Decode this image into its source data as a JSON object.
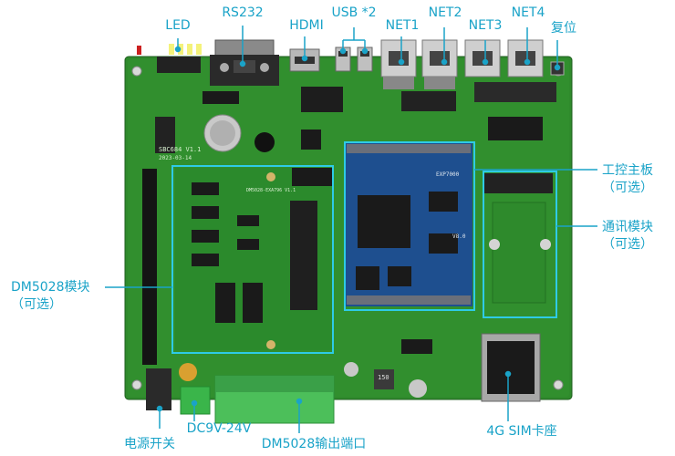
{
  "labels": {
    "led": "LED",
    "rs232": "RS232",
    "hdmi": "HDMI",
    "usb": "USB *2",
    "net1": "NET1",
    "net2": "NET2",
    "net3": "NET3",
    "net4": "NET4",
    "reset": "复位",
    "core_board": "工控主板",
    "core_board_opt": "（可选）",
    "comm_module": "通讯模块",
    "comm_module_opt": "（可选）",
    "dm5028_module": "DM5028模块",
    "dm5028_module_opt": "（可选）",
    "power_switch": "电源开关",
    "dc_input": "DC9V-24V",
    "dm5028_output": "DM5028输出端口",
    "sim_slot": "4G SIM卡座"
  },
  "silkscreen": {
    "board_name": "SBC684 V1.1",
    "board_date": "2023-03-14",
    "module_name": "DM5028-EXA796 V1.1",
    "core_name": "EXP7000",
    "core_ver": "V8.0",
    "inductor": "150"
  },
  "colors": {
    "board": "#2f8a2c",
    "board_dark": "#1f6a1f",
    "callout": "#1aa3c8",
    "core_board": "#1e4f8f",
    "terminal": "#4cbf5a"
  }
}
